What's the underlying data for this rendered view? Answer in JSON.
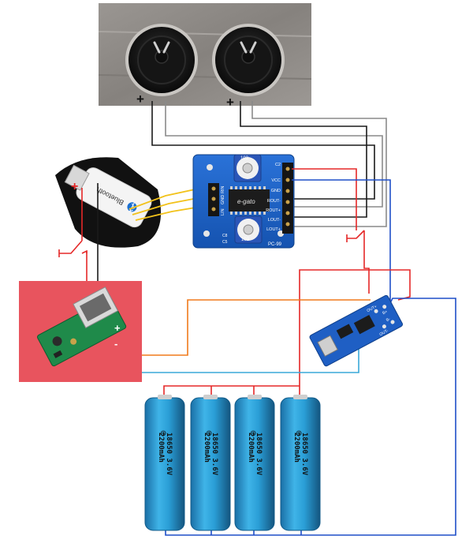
{
  "colors": {
    "background": "#ffffff",
    "wood_panel": "#8e8a86",
    "amp_board": "#1a62c9",
    "boost_zone": "#e8545e",
    "boost_board": "#1f8a4a",
    "charger_board": "#1f5fc4",
    "battery": "#2a9ed6",
    "wire_red": "#e52828",
    "wire_black": "#1a1a1a",
    "wire_blue": "#1f4fc8",
    "wire_orange": "#f07a1c",
    "wire_cyan": "#3aa8d8",
    "wire_yellow": "#f2c21a",
    "wire_gray": "#8a8a8a"
  },
  "speakers": {
    "left_polarity": "+",
    "right_polarity": "+"
  },
  "bluetooth_receiver": {
    "label": "Bluetooth",
    "icon": "bluetooth-icon",
    "polarity": "+"
  },
  "amplifier_board": {
    "chip_label": "e-gato",
    "pot_top_label": "103",
    "pot_bottom_label": "103",
    "left_pins": [
      "RIN",
      "GND",
      "LIN"
    ],
    "right_pins": [
      "C2",
      "VCC",
      "GND",
      "ROUT-",
      "ROUT+",
      "LOUT-",
      "LOUT+"
    ],
    "model_label": "PC-99",
    "bottom_caps": [
      "C8",
      "C5"
    ]
  },
  "switches": {
    "left_symbol": "switch-symbol",
    "right_symbol": "switch-symbol"
  },
  "boost_module": {
    "polarity_plus": "+",
    "polarity_minus": "-"
  },
  "charger_module": {
    "pin_labels": [
      "OUT+",
      "B+",
      "OUT-",
      "B-"
    ],
    "port_icon": "micro-usb-icon"
  },
  "batteries": [
    {
      "spec": "18650 3.6V",
      "capacity": "2200mAh"
    },
    {
      "spec": "18650 3.6V",
      "capacity": "2200mAh"
    },
    {
      "spec": "18650 3.6V",
      "capacity": "2200mAh"
    },
    {
      "spec": "18650 3.6V",
      "capacity": "2200mAh"
    }
  ]
}
